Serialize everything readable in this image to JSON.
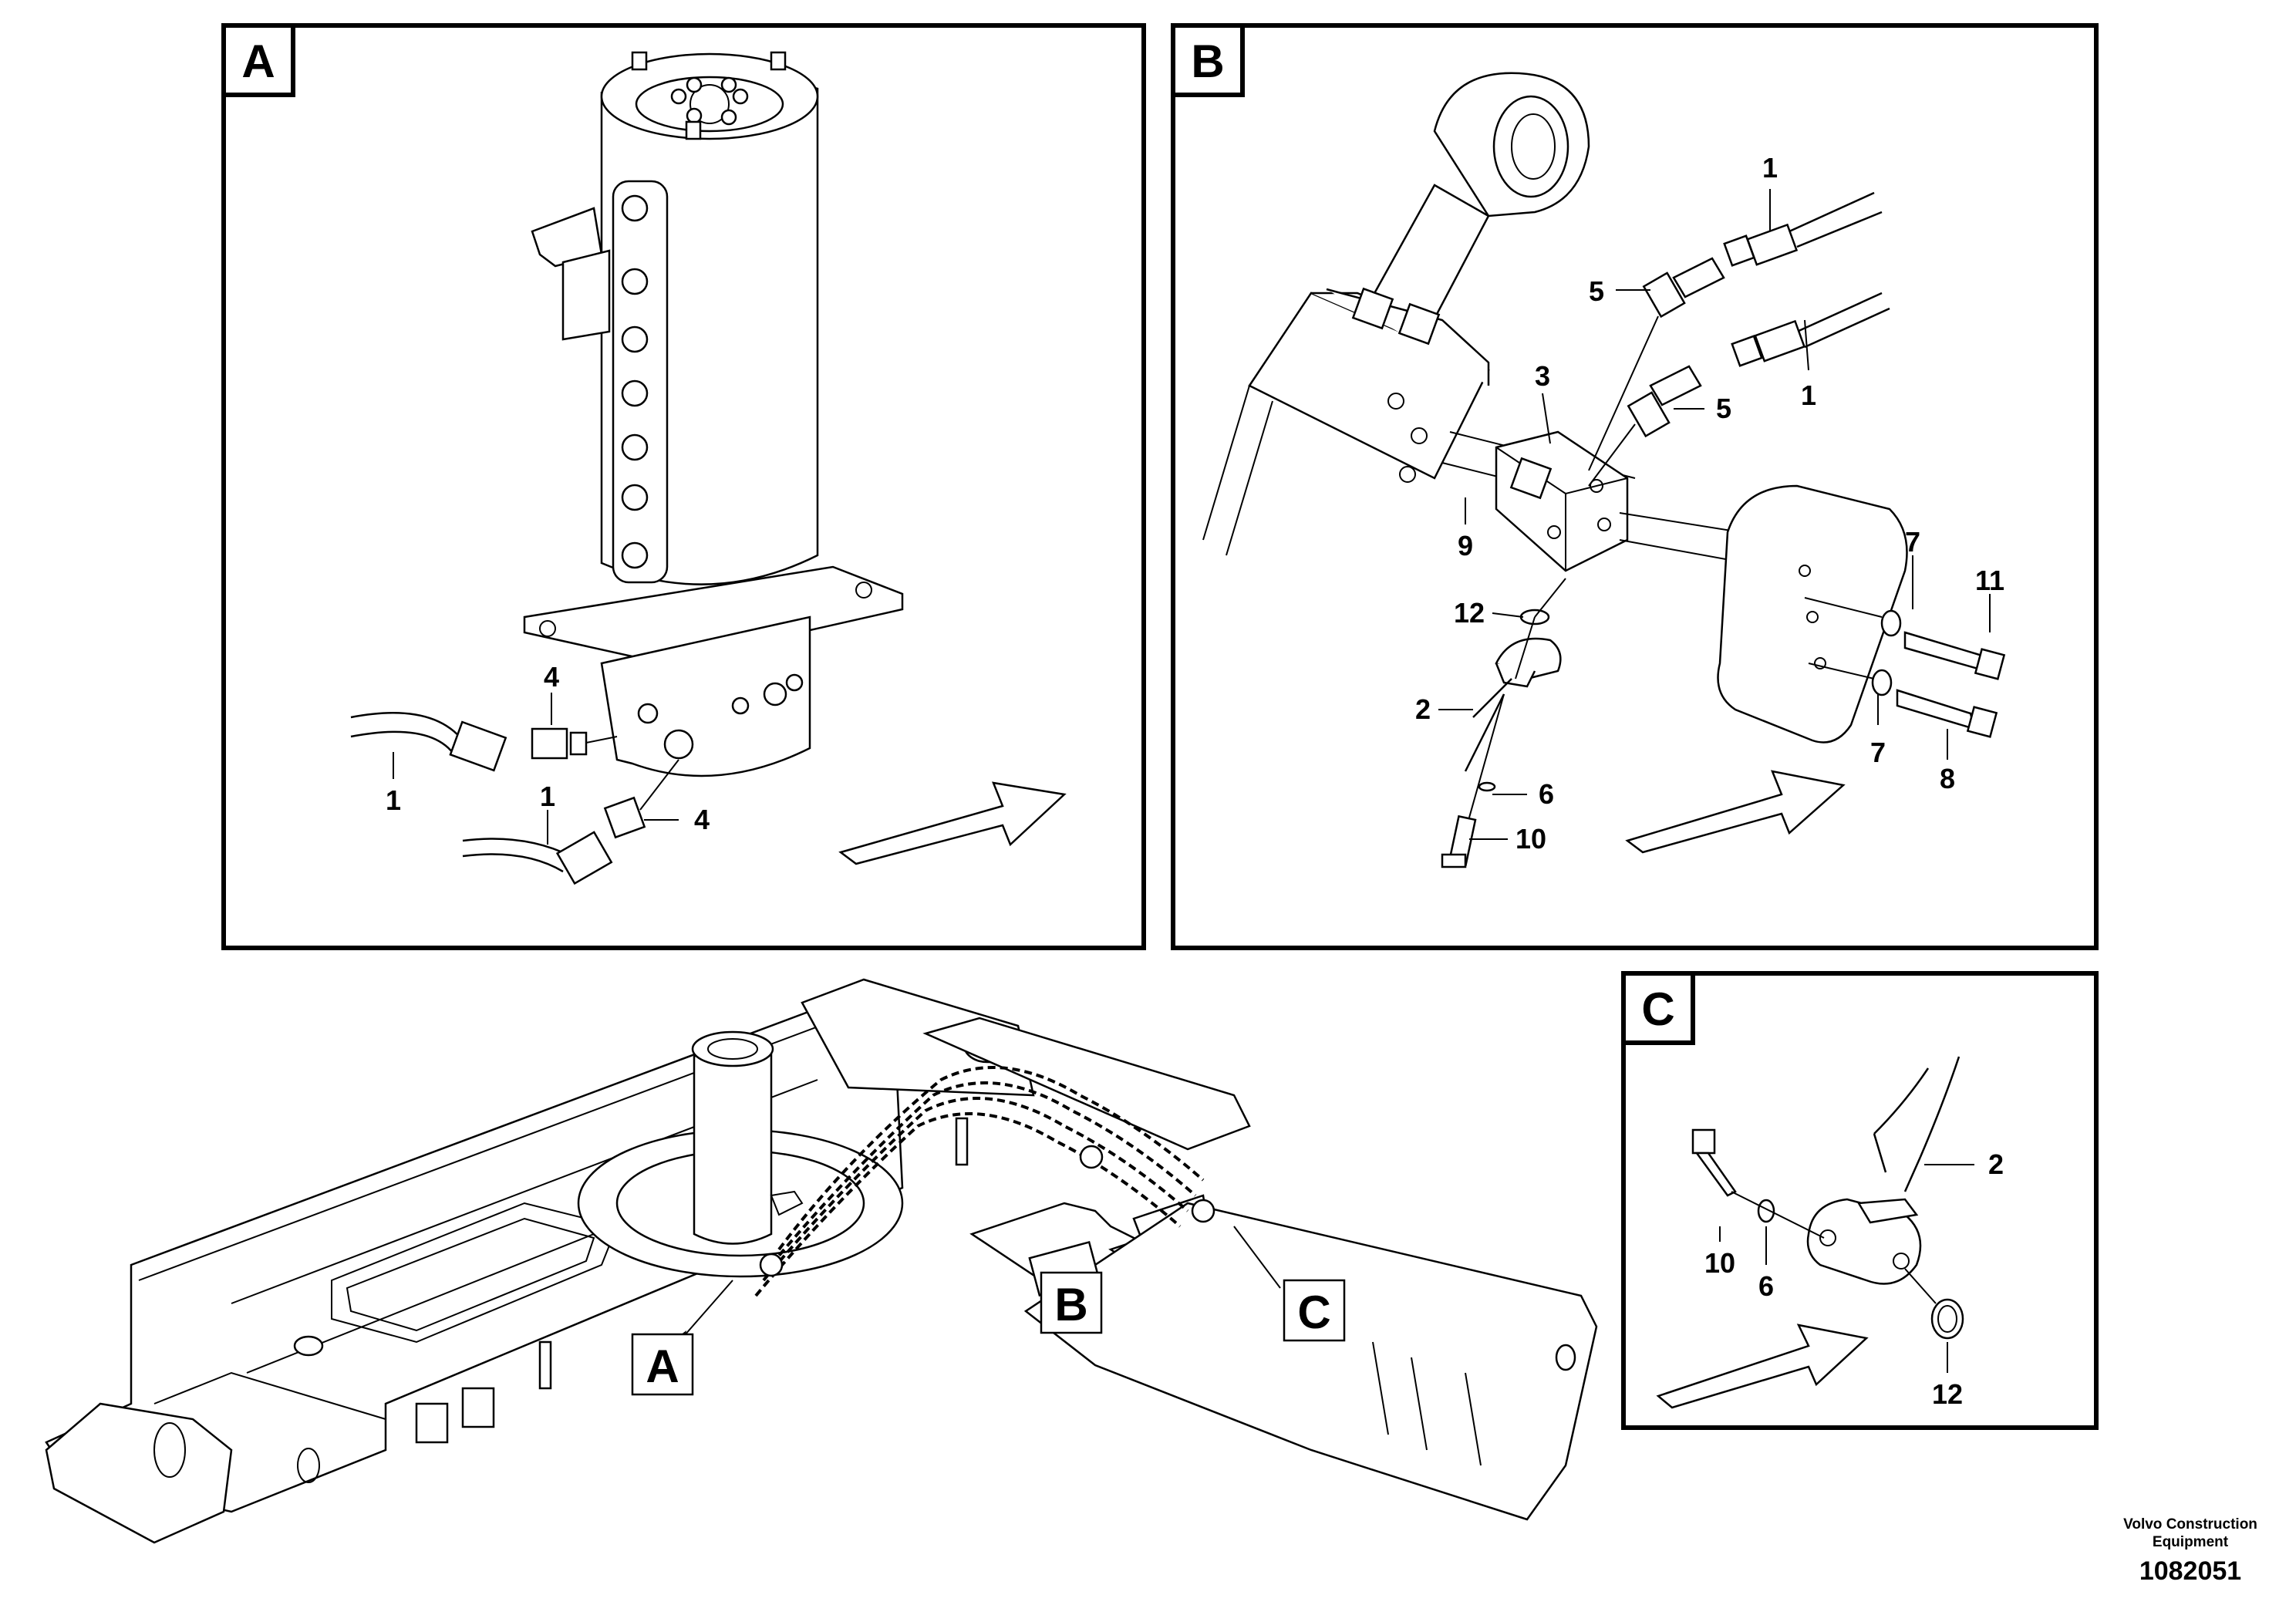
{
  "panels": {
    "A": {
      "letter": "A",
      "labels": [
        "4",
        "1",
        "1",
        "4"
      ]
    },
    "B": {
      "letter": "B",
      "labels": [
        "1",
        "5",
        "1",
        "3",
        "5",
        "9",
        "7",
        "11",
        "12",
        "2",
        "7",
        "8",
        "6",
        "10"
      ]
    },
    "C": {
      "letter": "C",
      "labels": [
        "2",
        "10",
        "6",
        "12"
      ]
    }
  },
  "overview_callouts": [
    "A",
    "B",
    "C"
  ],
  "credit": {
    "brand_line1": "Volvo Construction",
    "brand_line2": "Equipment",
    "doc_number": "1082051"
  }
}
